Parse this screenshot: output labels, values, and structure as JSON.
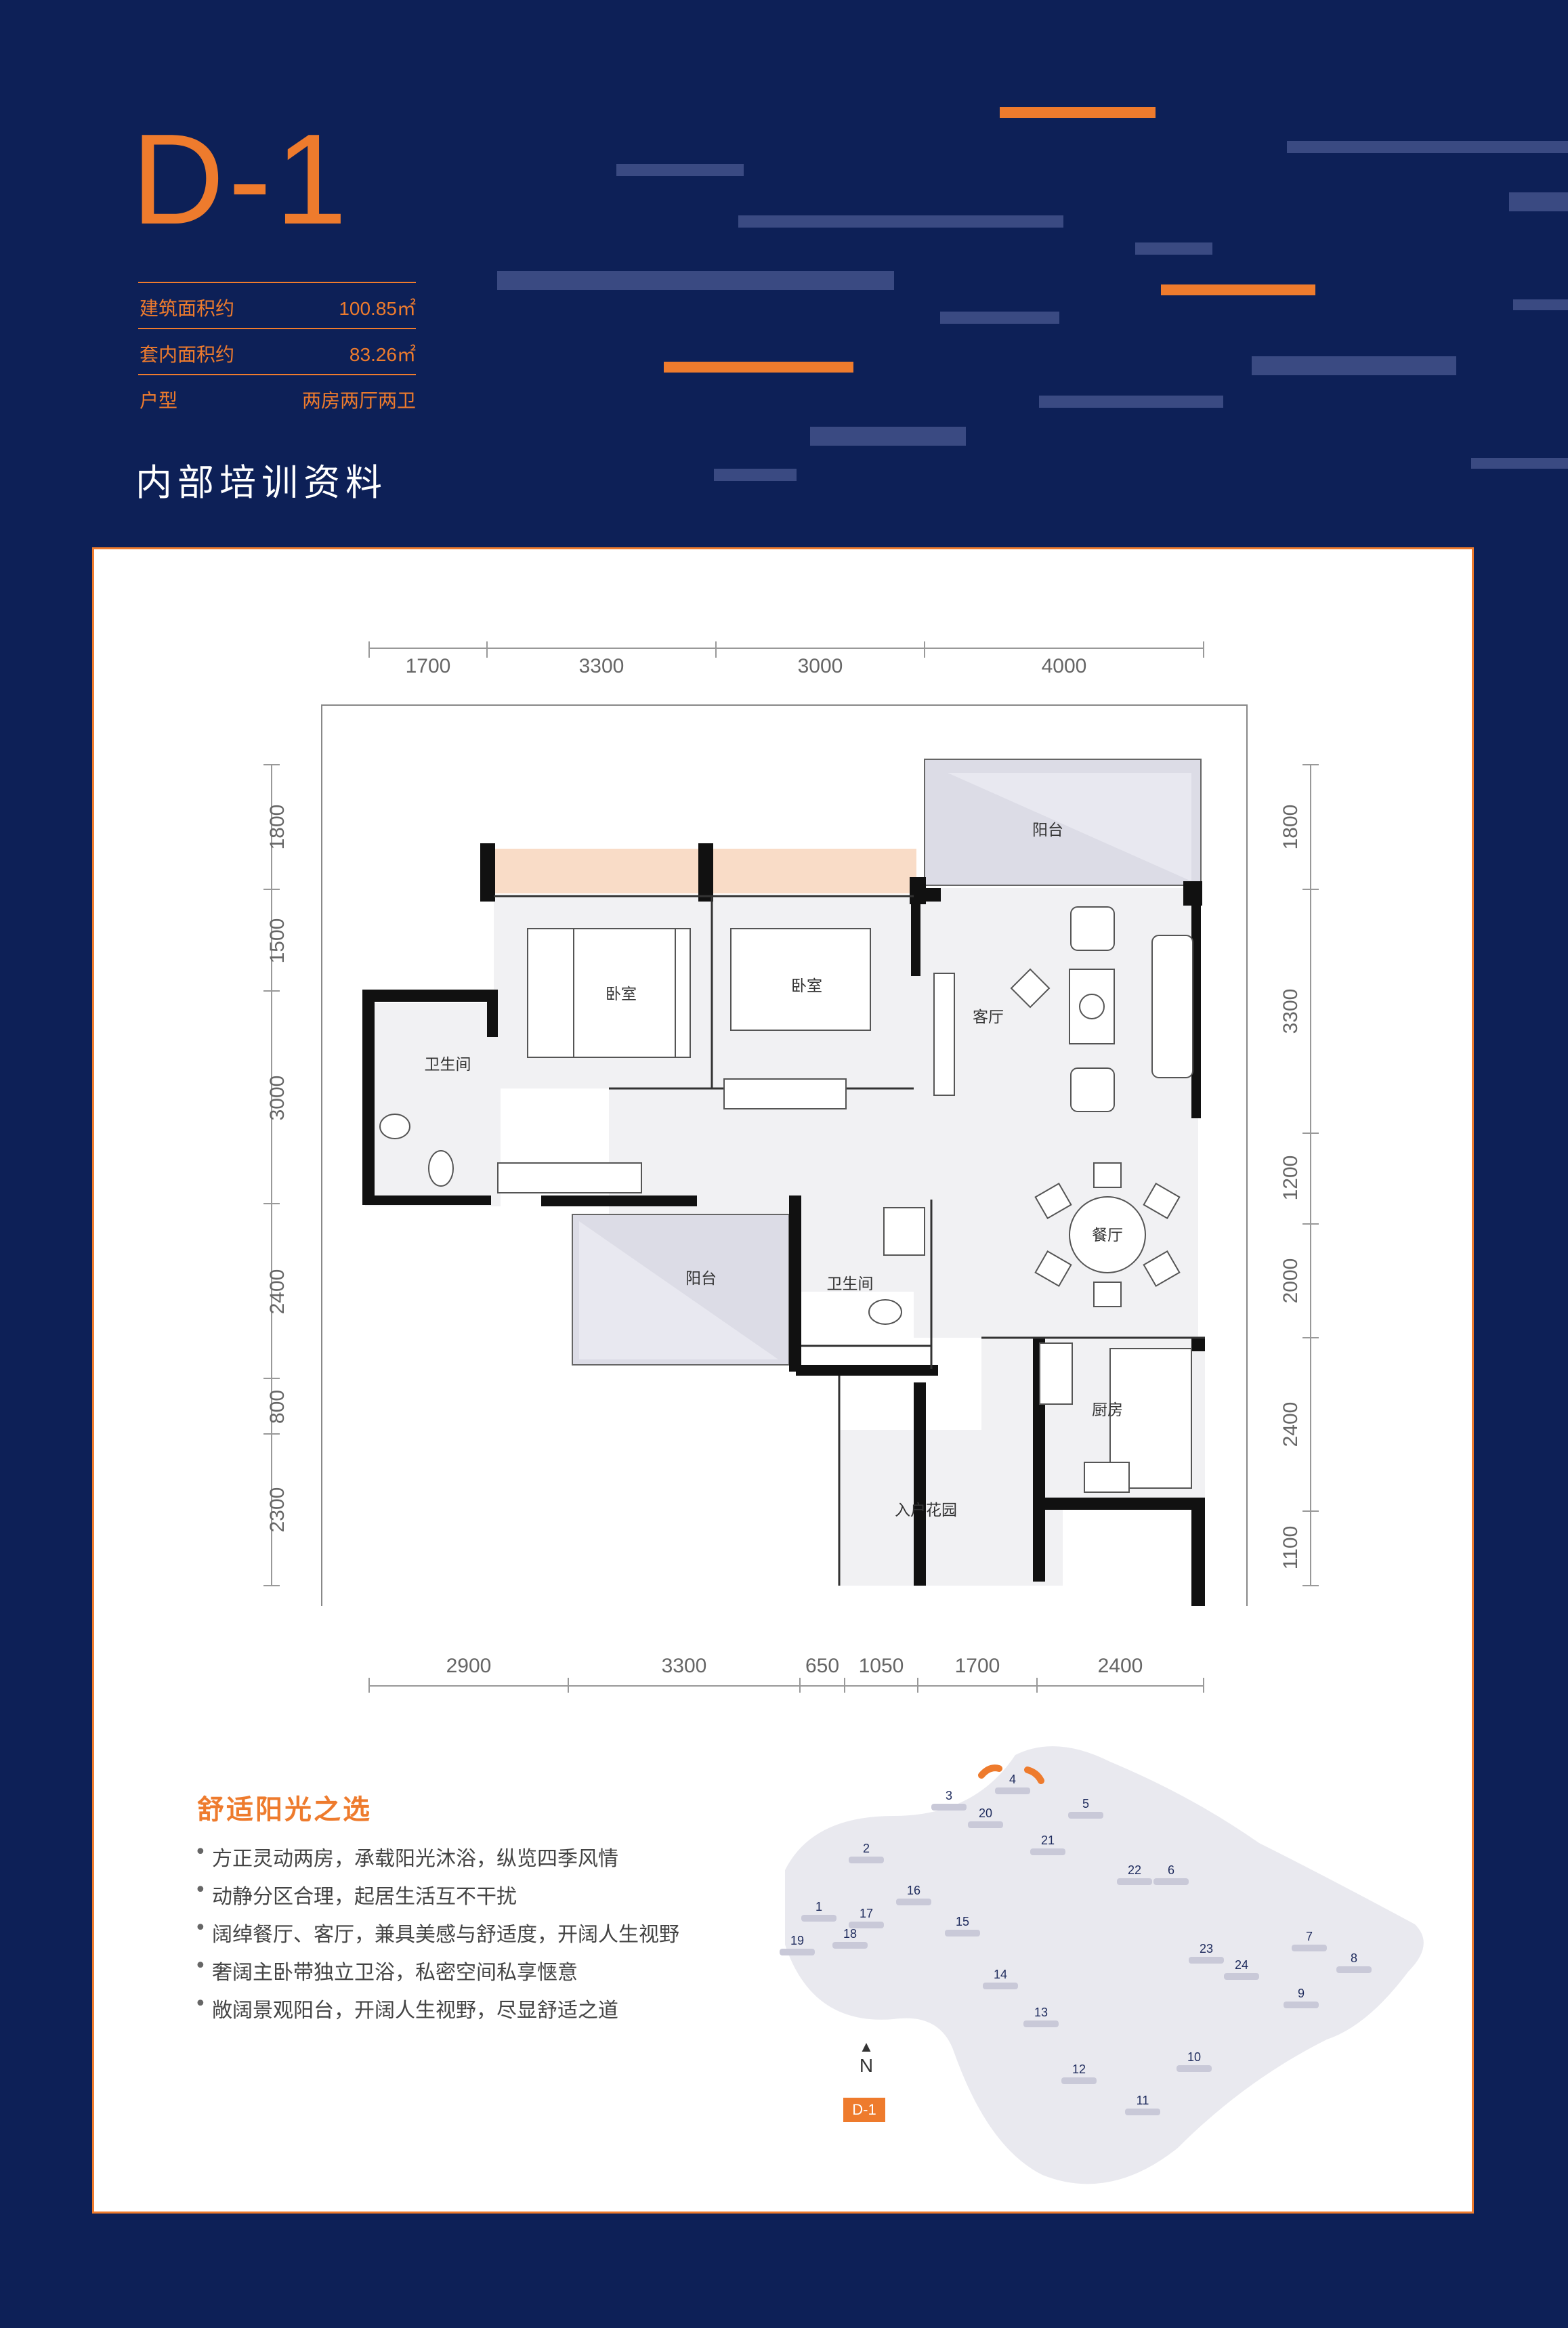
{
  "header": {
    "unit_code": "D-1",
    "training_label": "内部培训资料",
    "specs": [
      {
        "label": "建筑面积约",
        "value": "100.85㎡"
      },
      {
        "label": "套内面积约",
        "value": "83.26㎡"
      },
      {
        "label": "户型",
        "value": "两房两厅两卫"
      }
    ]
  },
  "colors": {
    "navy": "#0d2057",
    "orange": "#ee7b2d",
    "dash_gray": "#3a4a82"
  },
  "plan": {
    "dims_top": [
      "1700",
      "3300",
      "3000",
      "4000"
    ],
    "dims_bottom": [
      "2900",
      "3300",
      "650",
      "1050",
      "1700",
      "2400"
    ],
    "dims_left": [
      "1800",
      "1500",
      "3000",
      "2400",
      "800",
      "2300"
    ],
    "dims_right": [
      "1800",
      "3300",
      "1200",
      "2000",
      "2400",
      "1100"
    ],
    "rooms": {
      "balcony_top": "阳台",
      "bedroom_master": "卧室",
      "bedroom_second": "卧室",
      "living_room": "客厅",
      "bathroom_left": "卫生间",
      "dining_room": "餐厅",
      "balcony_bottom": "阳台",
      "bathroom_center": "卫生间",
      "kitchen": "厨房",
      "entry_garden": "入户花园"
    }
  },
  "features": {
    "title": "舒适阳光之选",
    "items": [
      "方正灵动两房，承载阳光沐浴，纵览四季风情",
      "动静分区合理，起居生活互不干扰",
      "阔绰餐厅、客厅，兼具美感与舒适度，开阔人生视野",
      "奢阔主卧带独立卫浴，私密空间私享惬意",
      "敞阔景观阳台，开阔人生视野，尽显舒适之道"
    ]
  },
  "site_map": {
    "north_label": "N",
    "unit_tag": "D-1",
    "building_numbers": [
      "1",
      "2",
      "3",
      "4",
      "5",
      "6",
      "7",
      "8",
      "9",
      "10",
      "11",
      "12",
      "13",
      "14",
      "15",
      "16",
      "17",
      "18",
      "19",
      "20",
      "21",
      "22",
      "23",
      "24"
    ]
  }
}
